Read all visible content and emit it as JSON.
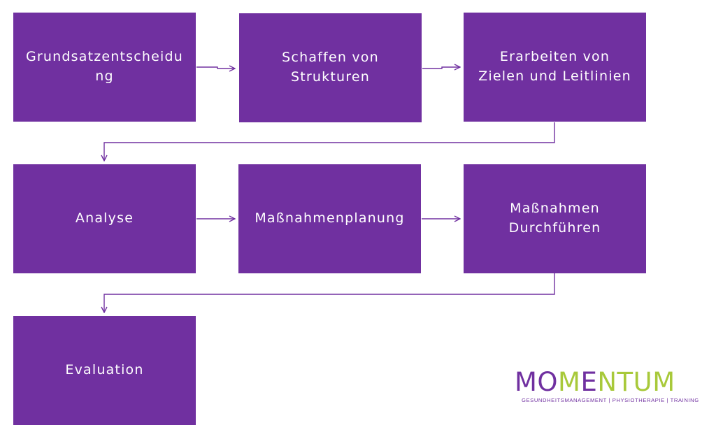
{
  "diagram": {
    "boxes": [
      {
        "id": "grundsatz",
        "label": "Grundsatzentscheidu\nng"
      },
      {
        "id": "strukturen",
        "label": "Schaffen von\nStrukturen"
      },
      {
        "id": "ziele",
        "label": "Erarbeiten von\nZielen und Leitlinien"
      },
      {
        "id": "analyse",
        "label": "Analyse"
      },
      {
        "id": "planung",
        "label": "Maßnahmenplanung"
      },
      {
        "id": "durchfuehren",
        "label": "Maßnahmen\nDurchführen"
      },
      {
        "id": "evaluation",
        "label": "Evaluation"
      }
    ],
    "edges": [
      {
        "from": "grundsatz",
        "to": "strukturen"
      },
      {
        "from": "strukturen",
        "to": "ziele"
      },
      {
        "from": "ziele",
        "to": "analyse"
      },
      {
        "from": "analyse",
        "to": "planung"
      },
      {
        "from": "planung",
        "to": "durchfuehren"
      },
      {
        "from": "durchfuehren",
        "to": "evaluation"
      }
    ]
  },
  "logo": {
    "word_parts": [
      "MO",
      "M",
      "E",
      "NTUM"
    ],
    "tagline": "GESUNDHEITSMANAGEMENT | PHYSIOTHERAPIE | TRAINING",
    "colors": {
      "purple": "#7030a0",
      "green": "#a8c93a"
    }
  },
  "colors": {
    "box_fill": "#7030a0",
    "box_text": "#ffffff",
    "connector": "#7030a0"
  }
}
